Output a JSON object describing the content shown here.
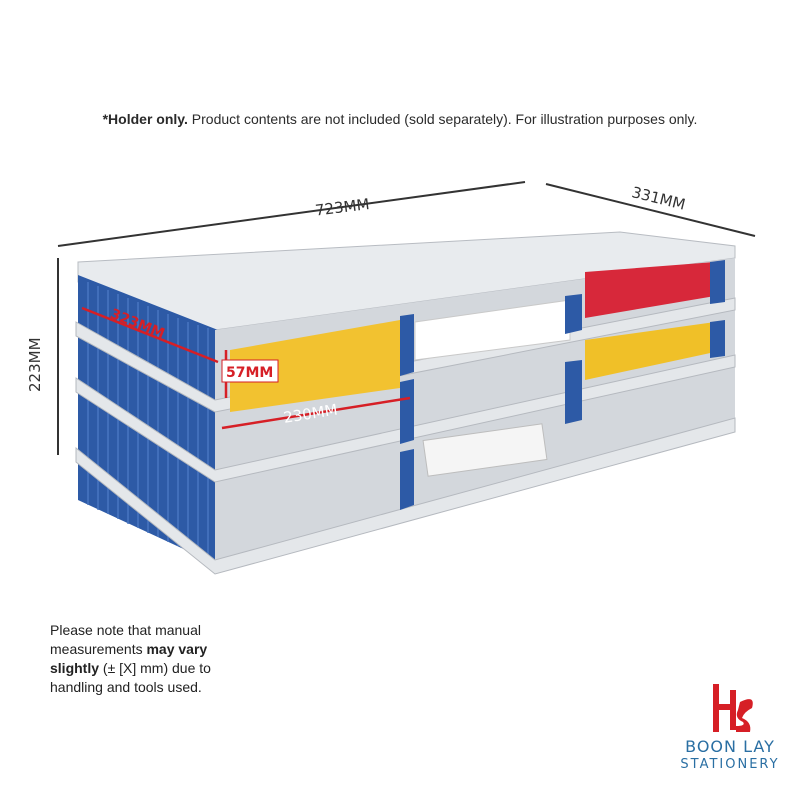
{
  "disclaimer": {
    "bold": "*Holder only.",
    "rest": " Product contents are not included (sold separately). For illustration purposes only."
  },
  "dimensions": {
    "width": "723MM",
    "depth": "331MM",
    "height": "223MM",
    "inner_depth": "323MM",
    "inner_height": "57MM",
    "inner_width": "230MM"
  },
  "note": {
    "part1": "Please note that manual measurements ",
    "bold1": "may vary slightly",
    "part2": " (± [X] mm) due to handling and tools used."
  },
  "brand": {
    "line1": "BOON LAY",
    "line2": "STATIONERY",
    "color": "#2a6fa3",
    "accent": "#d61f26"
  },
  "product": {
    "shell_color": "#dcdfe3",
    "divider_color": "#2d5aa6",
    "paper_colors": [
      "#f2c230",
      "#ffffff",
      "#d7283a",
      "#f0c028"
    ]
  }
}
